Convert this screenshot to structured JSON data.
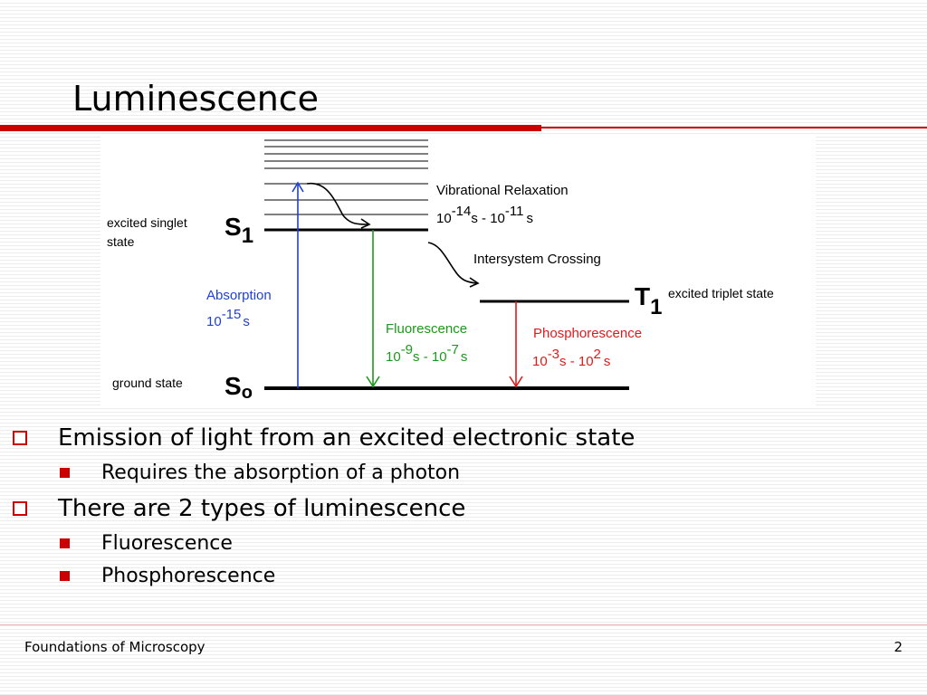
{
  "slide": {
    "title": "Luminescence",
    "accent_color": "#cc0000"
  },
  "diagram": {
    "left_labels": {
      "excited_singlet_line1": "excited singlet",
      "excited_singlet_line2": "state",
      "ground_state": "ground state"
    },
    "state_symbols": {
      "s1_letter": "S",
      "s1_sub": "1",
      "t1_letter": "T",
      "t1_sub": "1",
      "s0_letter": "S",
      "s0_sub": "o"
    },
    "excited_triplet_state": "excited triplet state",
    "vibrational_relaxation": {
      "label": "Vibrational Relaxation",
      "time_a_base": "10",
      "time_a_exp": "-14",
      "time_sep": "s - 10",
      "time_b_exp": "-11",
      "time_unit": "s"
    },
    "intersystem_crossing": "Intersystem Crossing",
    "absorption": {
      "label": "Absorption",
      "time_base": "10",
      "time_exp": "-15",
      "time_unit": "s",
      "color": "#1f3fd6"
    },
    "fluorescence": {
      "label": "Fluorescence",
      "time_a_base": "10",
      "time_a_exp": "-9",
      "time_sep": "s - 10",
      "time_b_exp": "-7",
      "time_unit": "s",
      "color": "#1a9a1a"
    },
    "phosphorescence": {
      "label": "Phosphorescence",
      "time_a_base": "10",
      "time_a_exp": "-3",
      "time_sep": "s - 10",
      "time_b_exp": "2",
      "time_unit": "s",
      "color": "#e01a1a"
    }
  },
  "bullets": {
    "item1": "Emission of light from an excited electronic state",
    "item1_sub1": "Requires the absorption of a photon",
    "item2": "There are 2 types of luminescence",
    "item2_sub1": "Fluorescence",
    "item2_sub2": "Phosphorescence"
  },
  "footer": {
    "course": "Foundations of Microscopy",
    "page_number": "2"
  }
}
